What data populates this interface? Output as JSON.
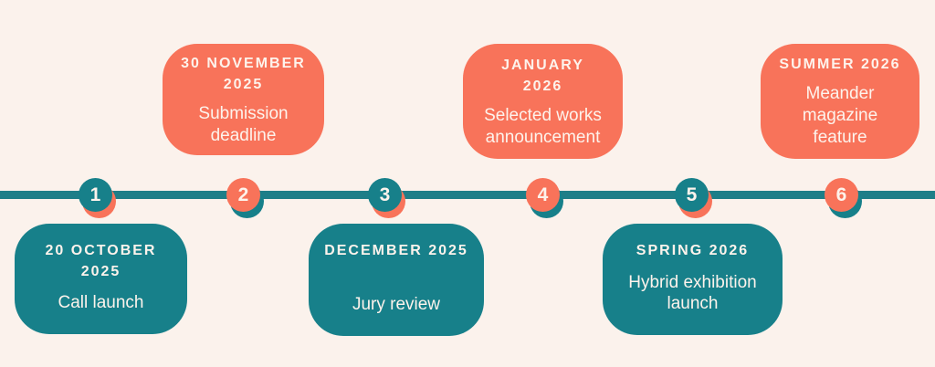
{
  "canvas": {
    "background_color": "#fbf2ec"
  },
  "colors": {
    "teal": "#17808a",
    "coral": "#f8735a",
    "line": "#1e7e88",
    "card_text": "#fdf3ec"
  },
  "timeline": {
    "milestones": [
      {
        "number": "1",
        "date": "20 OCTOBER 2025",
        "label": "Call launch",
        "position": "below",
        "color": "teal"
      },
      {
        "number": "2",
        "date": "30 NOVEMBER 2025",
        "label": "Submission deadline",
        "position": "above",
        "color": "coral"
      },
      {
        "number": "3",
        "date": "DECEMBER 2025",
        "label": "Jury review",
        "position": "below",
        "color": "teal"
      },
      {
        "number": "4",
        "date": "JANUARY 2026",
        "label": "Selected works announcement",
        "position": "above",
        "color": "coral"
      },
      {
        "number": "5",
        "date": "SPRING 2026",
        "label": "Hybrid exhibition launch",
        "position": "below",
        "color": "teal"
      },
      {
        "number": "6",
        "date": "SUMMER 2026",
        "label": "Meander magazine feature",
        "position": "above",
        "color": "coral"
      }
    ]
  }
}
